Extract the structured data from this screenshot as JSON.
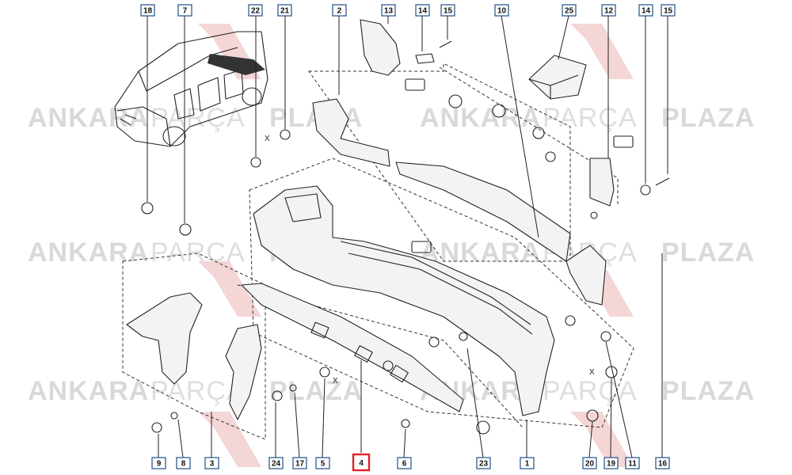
{
  "watermark": {
    "brand_bold_1": "ANKARA",
    "brand_light": "PARÇA",
    "brand_bold_2": "PLAZA"
  },
  "callouts": {
    "top": [
      "18",
      "7",
      "22",
      "21",
      "2",
      "13",
      "14",
      "15",
      "10",
      "25",
      "12",
      "14",
      "15"
    ],
    "bottom": [
      "9",
      "8",
      "3",
      "24",
      "17",
      "5",
      "4",
      "6",
      "23",
      "1",
      "20",
      "19",
      "11",
      "16"
    ]
  },
  "highlighted_callout": "4",
  "markers": {
    "x": "X"
  },
  "colors": {
    "highlight": "#e0202a",
    "callout_border": "#1f4f8a",
    "watermark": "#d9d9d9"
  }
}
